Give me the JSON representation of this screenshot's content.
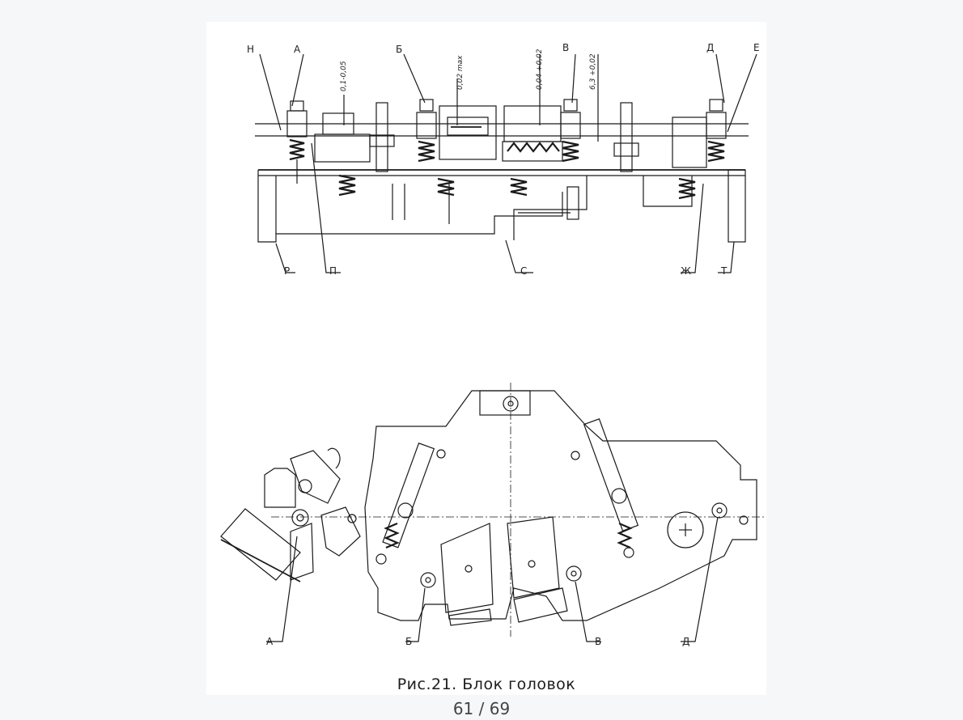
{
  "document": {
    "figure_caption": "Рис.21. Блок головок",
    "top_view_labels": {
      "h": "Н",
      "a": "А",
      "b": "Б",
      "v": "В",
      "d": "Д",
      "e": "Е",
      "r": "Р",
      "p": "П",
      "s": "С",
      "zh": "Ж",
      "t": "Т"
    },
    "dimensions": {
      "d1": "0,1-0,05",
      "d2": "0,02 max",
      "d3": "0,04 +0,02",
      "d4": "6,3 +0,02"
    },
    "bottom_view_labels": {
      "a": "А",
      "b": "Б",
      "v": "В",
      "d": "Д"
    }
  },
  "pager": {
    "current": "61",
    "separator": "/",
    "total": "69"
  }
}
